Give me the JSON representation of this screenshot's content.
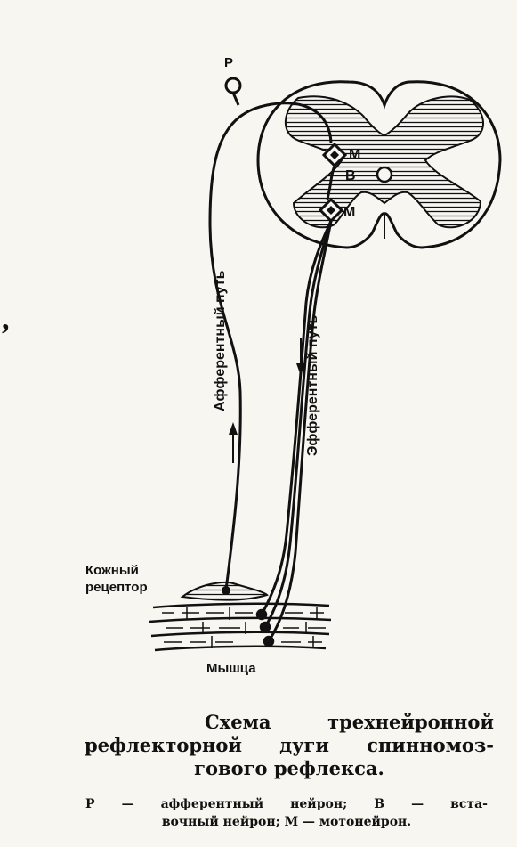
{
  "labels": {
    "receptor_letter": "Р",
    "motor_top": "М",
    "inter": "В",
    "motor_bottom": "М",
    "afferent_path": "Афферентный путь",
    "efferent_path": "Эфферентный путь",
    "skin_receptor_line1": "Кожный",
    "skin_receptor_line2": "рецептор",
    "muscle": "Мышца",
    "stray_mark": ","
  },
  "caption": {
    "title_line1": "Схема трехнейронной",
    "title_line2": "рефлекторной дуги спинномоз-",
    "title_line3": "гового рефлекса.",
    "legend_line1": "Р — афферентный нейрон; В — вста-",
    "legend_line2": "вочный нейрон; М — мотонейрон."
  },
  "colors": {
    "ink": "#111111",
    "paper": "#f7f6f1",
    "background": "#ffffff"
  }
}
